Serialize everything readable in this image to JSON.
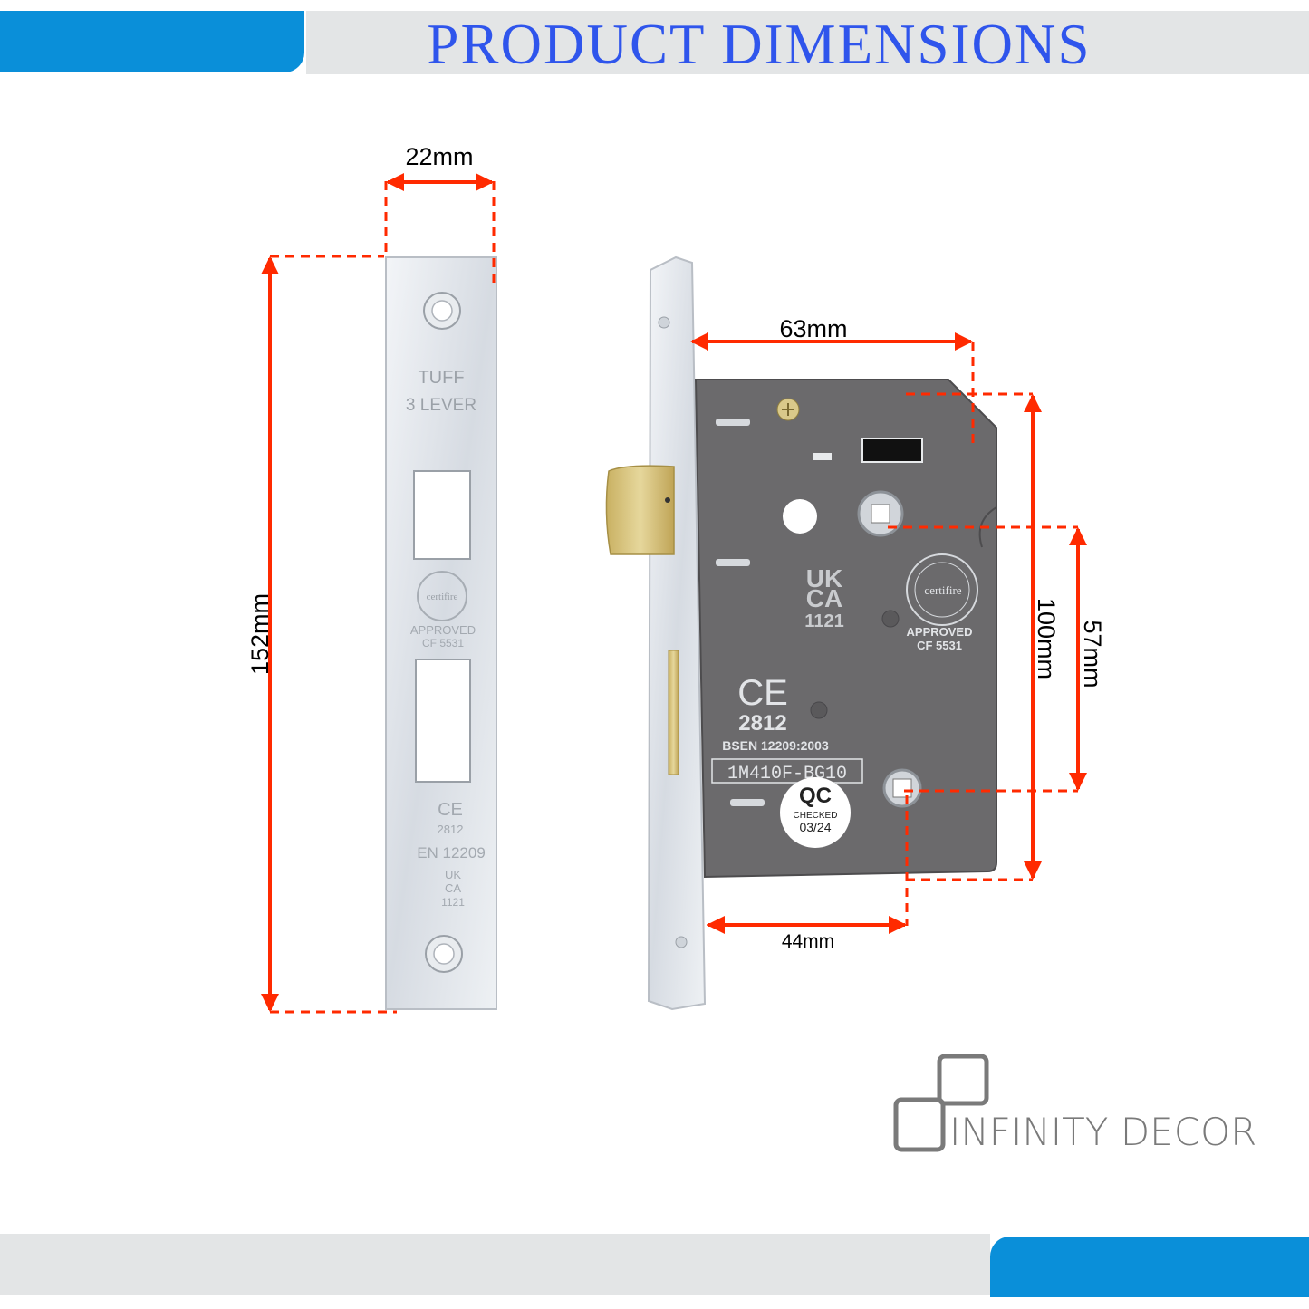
{
  "header": {
    "title": "PRODUCT  DIMENSIONS"
  },
  "dimensions": {
    "faceplate_width": "22mm",
    "faceplate_height": "152mm",
    "backset": "63mm",
    "case_height": "100mm",
    "centres": "57mm",
    "lower_backset": "44mm"
  },
  "faceplate": {
    "brand": "TUFF",
    "type": "3 LEVER",
    "cert_ring": "certifire",
    "approved": "APPROVED",
    "cert_code": "CF 5531",
    "ce": "CE",
    "ce_number": "2812",
    "standard": "EN 12209",
    "ukca_1": "UK",
    "ukca_2": "CA",
    "ukca_number": "1121"
  },
  "lock_body": {
    "ukca_1": "UK",
    "ukca_2": "CA",
    "ukca_number": "1121",
    "cert_ring": "certifire",
    "approved": "APPROVED",
    "cert_code": "CF  5531",
    "ce": "CE",
    "ce_number": "2812",
    "standard": "BSEN 12209:2003",
    "code": "1M410F-BG10",
    "qc_title": "QC",
    "qc_checked": "CHECKED",
    "qc_date": "03/24"
  },
  "logo": {
    "text": "INFINITY DECOR"
  },
  "colors": {
    "accent_blue": "#0a8fd9",
    "title_blue": "#2f55ec",
    "band_grey": "#e3e5e6",
    "dimension_red": "#ff2a00",
    "lock_body": "#6b6a6c",
    "latch_brass": "#d8c37a"
  }
}
